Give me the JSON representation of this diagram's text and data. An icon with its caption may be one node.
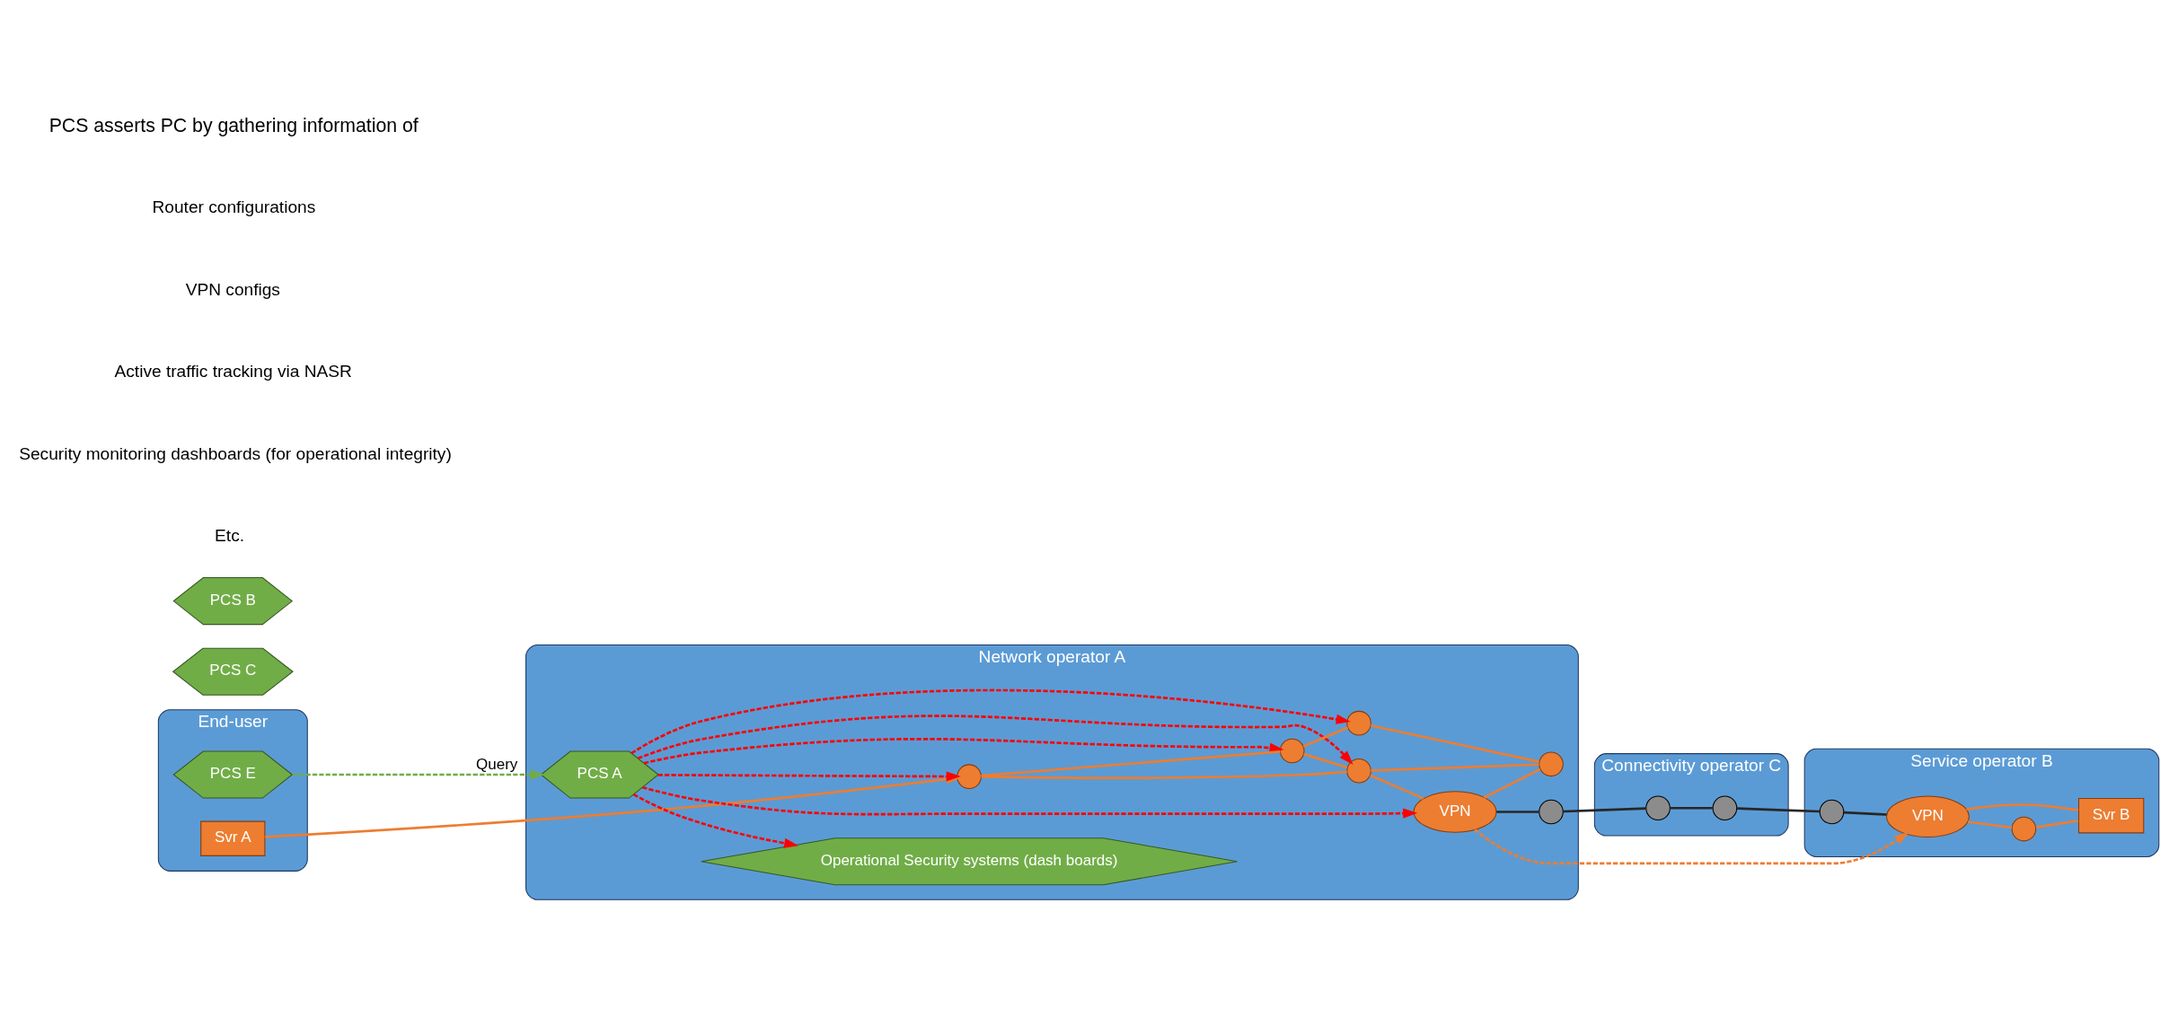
{
  "diagram": {
    "nodes": [
      {
        "text": [
          "End-user"
        ]
      },
      {
        "text": [
          "PCS E"
        ],
        "in": 0
      },
      {
        "text": [
          "Svr A"
        ],
        "in": 0
      },
      {
        "text": [
          "Network operator A"
        ]
      },
      {
        "text": [
          "PCS A"
        ],
        "in": 3
      },
      {
        "text": [
          "Operational Security systems (dash boards)"
        ],
        "in": 3
      },
      {
        "text": [],
        "shape": "circle",
        "in": 3
      },
      {
        "text": [],
        "shape": "circle",
        "in": 3
      },
      {
        "text": [],
        "shape": "circle",
        "in": 3
      },
      {
        "text": [],
        "shape": "circle",
        "in": 3
      },
      {
        "text": [
          "VPN"
        ],
        "in": 3
      },
      {
        "text": [],
        "shape": "circle",
        "in": 3
      },
      {
        "text": [],
        "shape": "circle",
        "in": 3
      },
      {
        "text": [
          "Connectivity operator C"
        ]
      },
      {
        "text": [
          "PCS C"
        ]
      },
      {
        "text": [],
        "shape": "circle",
        "in": 13
      },
      {
        "text": [],
        "shape": "circle",
        "in": 13
      },
      {
        "text": [
          "PCS B"
        ]
      },
      {
        "text": [
          "Service operator B"
        ]
      },
      {
        "text": [
          "VPN"
        ],
        "in": 18
      },
      {
        "text": [],
        "shape": "circle",
        "in": 18
      },
      {
        "text": [
          "Svr B"
        ],
        "in": 18
      },
      {
        "text": [],
        "shape": "circle",
        "in": 18
      }
    ],
    "edges": [
      {
        "from": 1,
        "to": 4,
        "arrow": "to",
        "label": "Query",
        "style": "dashed",
        "color": "#70ad47"
      },
      {
        "from": 2,
        "to": 6,
        "arrow": "to"
      },
      {
        "from": 4,
        "to": 5,
        "arrow": "to",
        "style": "dashed",
        "color": "#ff0000"
      },
      {
        "from": 4,
        "to": 6,
        "arrow": "to",
        "style": "dashed",
        "color": "#ff0000"
      },
      {
        "from": 4,
        "to": 7,
        "arrow": "to",
        "style": "dashed",
        "color": "#ff0000"
      },
      {
        "from": 4,
        "to": 8,
        "arrow": "to",
        "style": "dashed",
        "color": "#ff0000"
      },
      {
        "from": 4,
        "to": 9,
        "arrow": "to",
        "style": "dashed",
        "color": "#ff0000"
      },
      {
        "from": 4,
        "to": 10,
        "arrow": "to",
        "style": "dashed",
        "color": "#ff0000"
      },
      {
        "from": 6,
        "to": 7,
        "arrow": "none"
      },
      {
        "from": 6,
        "to": 9,
        "arrow": "none"
      },
      {
        "from": 7,
        "to": 8,
        "arrow": "none"
      },
      {
        "from": 7,
        "to": 9,
        "arrow": "none"
      },
      {
        "from": 8,
        "to": 11,
        "arrow": "none"
      },
      {
        "from": 9,
        "to": 11,
        "arrow": "none"
      },
      {
        "from": 9,
        "to": 10,
        "arrow": "none"
      },
      {
        "from": 10,
        "to": 11,
        "arrow": "none"
      },
      {
        "from": 10,
        "to": 12,
        "arrow": "none",
        "color": "#262626"
      },
      {
        "from": 12,
        "to": 15,
        "arrow": "none",
        "color": "#262626"
      },
      {
        "from": 15,
        "to": 16,
        "arrow": "none",
        "color": "#262626"
      },
      {
        "from": 16,
        "to": 22,
        "arrow": "none",
        "color": "#262626"
      },
      {
        "from": 22,
        "to": 19,
        "arrow": "none",
        "color": "#262626"
      },
      {
        "from": 10,
        "to": 19,
        "arrow": "to",
        "style": "dashed"
      },
      {
        "from": 19,
        "to": 20,
        "arrow": "none"
      },
      {
        "from": 19,
        "to": 21,
        "arrow": "none"
      },
      {
        "from": 20,
        "to": 21,
        "arrow": "none"
      }
    ],
    "labels": [
      "PCS asserts PC by gathering information of",
      "Router configurations",
      "VPN configs",
      "Active traffic tracking via NASR",
      "Security monitoring dashboards (for operational integrity)",
      "Etc."
    ]
  }
}
